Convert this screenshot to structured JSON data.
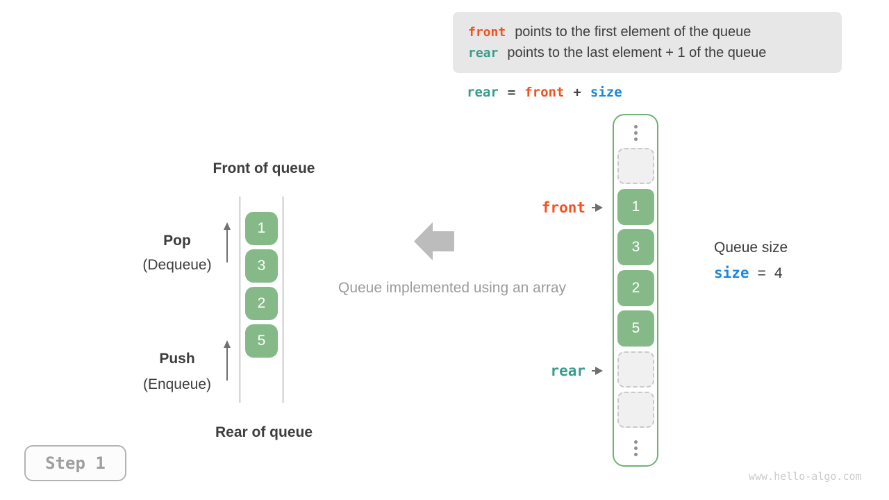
{
  "legend": {
    "line1": {
      "code": "front",
      "text": "points to the first element of the queue"
    },
    "line2": {
      "code": "rear",
      "text": "points to the last element + 1 of the queue"
    }
  },
  "formula": {
    "lhs": "rear",
    "equals": "=",
    "addend": "front",
    "plus": "+",
    "size": "size"
  },
  "left_queue": {
    "front_of_queue": "Front of queue",
    "rear_of_queue": "Rear of queue",
    "pop": "Pop",
    "pop_sub": "(Dequeue)",
    "push": "Push",
    "push_sub": "(Enqueue)",
    "values": [
      "1",
      "3",
      "2",
      "5"
    ]
  },
  "center": {
    "caption": "Queue implemented using an array"
  },
  "array": {
    "values": [
      "1",
      "3",
      "2",
      "5"
    ],
    "front_pointer": "front",
    "rear_pointer": "rear"
  },
  "size_panel": {
    "title": "Queue size",
    "code": "size",
    "equals": "=",
    "value": "4"
  },
  "step_badge": {
    "label": "Step 1"
  },
  "watermark": "www.hello-algo.com",
  "colors": {
    "code_orange": "#f4511e",
    "code_teal": "#379c8d",
    "code_blue": "#1d87dd",
    "cell_green": "#85ba88",
    "frame_green": "#6fb273",
    "legend_bg": "#e7e7e7"
  }
}
